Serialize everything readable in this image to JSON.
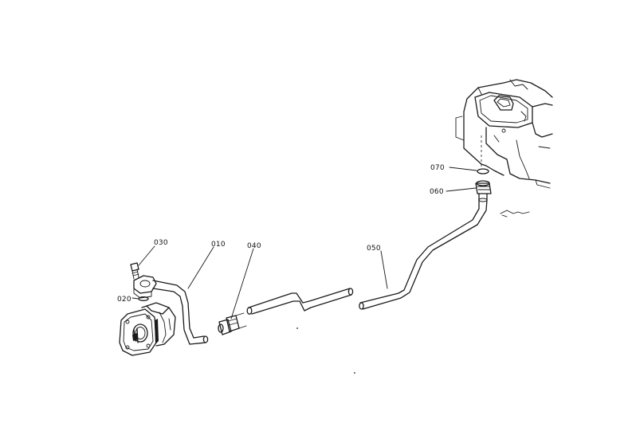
{
  "diagram": {
    "parts": [
      {
        "id": "p030",
        "number": "030"
      },
      {
        "id": "p010",
        "number": "010"
      },
      {
        "id": "p040",
        "number": "040"
      },
      {
        "id": "p020",
        "number": "020"
      },
      {
        "id": "p050",
        "number": "050"
      },
      {
        "id": "p070",
        "number": "070"
      },
      {
        "id": "p060",
        "number": "060"
      }
    ]
  }
}
